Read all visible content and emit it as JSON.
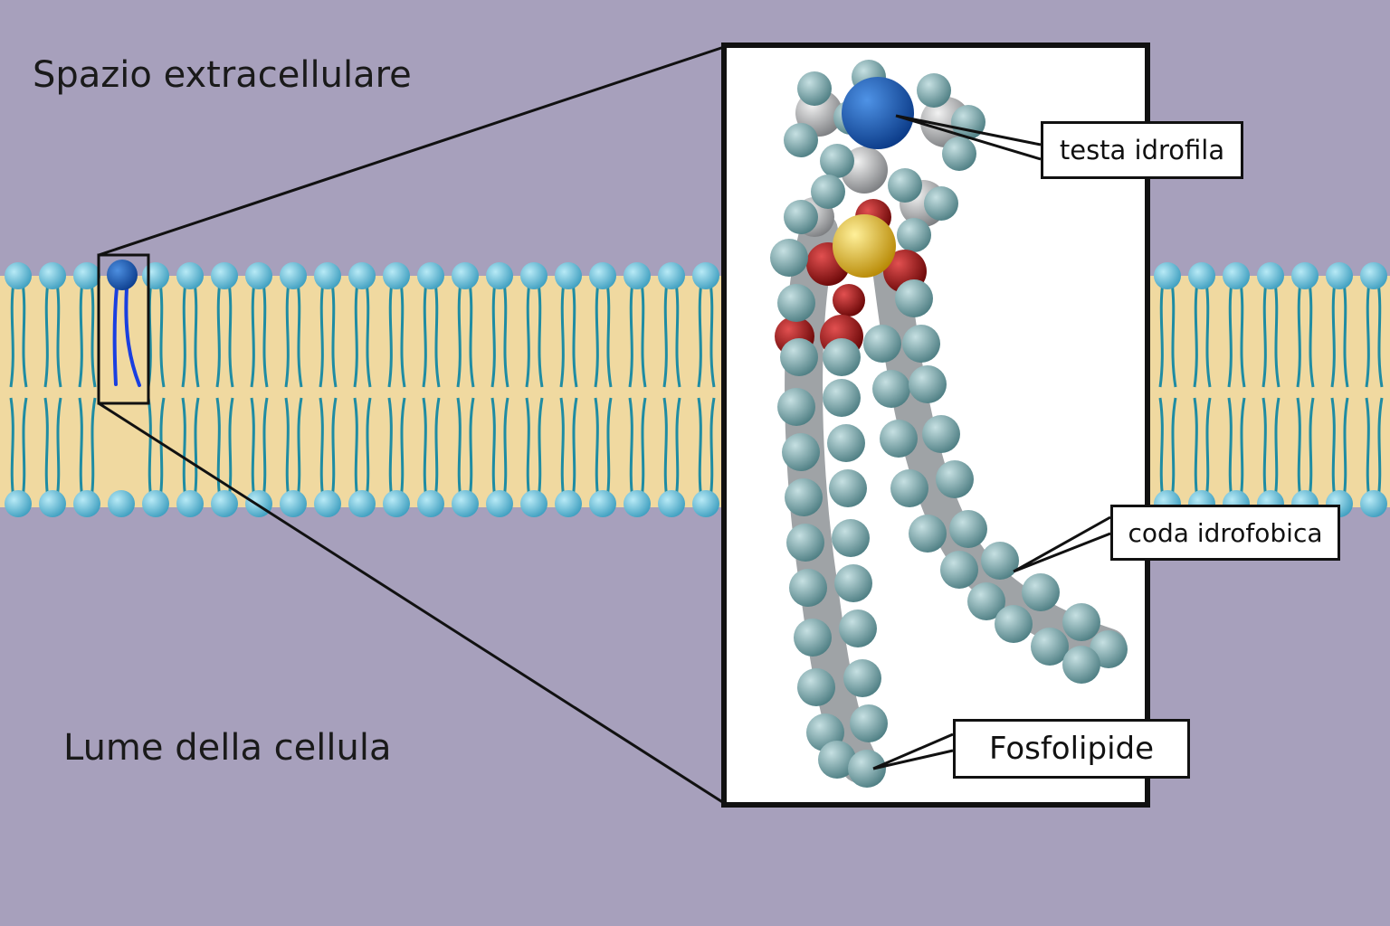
{
  "labels": {
    "extracellular": "Spazio extracellulare",
    "lumen": "Lume della cellula"
  },
  "callouts": {
    "hydrophilic_head": "testa idrofila",
    "hydrophobic_tail": "coda idrofobica",
    "phospholipid": "Fosfolipide"
  },
  "colors": {
    "background": "#a7a0bc",
    "membrane_core": "#f0d9a0",
    "lipid_head": "#69bfd6",
    "lipid_tail": "#1f8ca3",
    "highlight_head": "#1f5fb8",
    "highlight_tail": "#1a3fe0",
    "atom_hydrogen": "#7fa9ad",
    "atom_carbon": "#a7a9ab",
    "atom_nitrogen": "#1f5fb8",
    "atom_oxygen": "#a61414",
    "atom_phosphorus": "#e0b51c",
    "zoom_frame": "#111111",
    "panel": "#ffffff"
  }
}
